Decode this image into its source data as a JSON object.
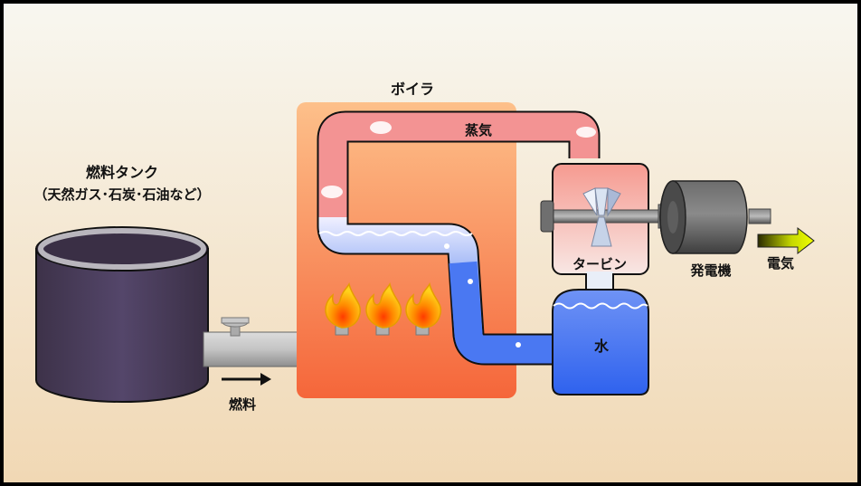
{
  "labels": {
    "fuel_tank_title": "燃料タンク",
    "fuel_tank_subtitle": "（天然ガス･石炭･石油など）",
    "fuel_flow": "燃料",
    "boiler": "ボイラ",
    "steam": "蒸気",
    "turbine": "タービン",
    "water": "水",
    "generator": "発電機",
    "electricity": "電気"
  },
  "colors": {
    "background_top": "#f7f6ee",
    "background_bottom": "#f1d9b6",
    "boiler_top": "#fdbb80",
    "boiler_bottom": "#f7673a",
    "steam": "#f08a8a",
    "water": "#3d6ff2",
    "tank": "#4a3d57",
    "flame": "#ffb400",
    "arrow": "#e7f400"
  }
}
